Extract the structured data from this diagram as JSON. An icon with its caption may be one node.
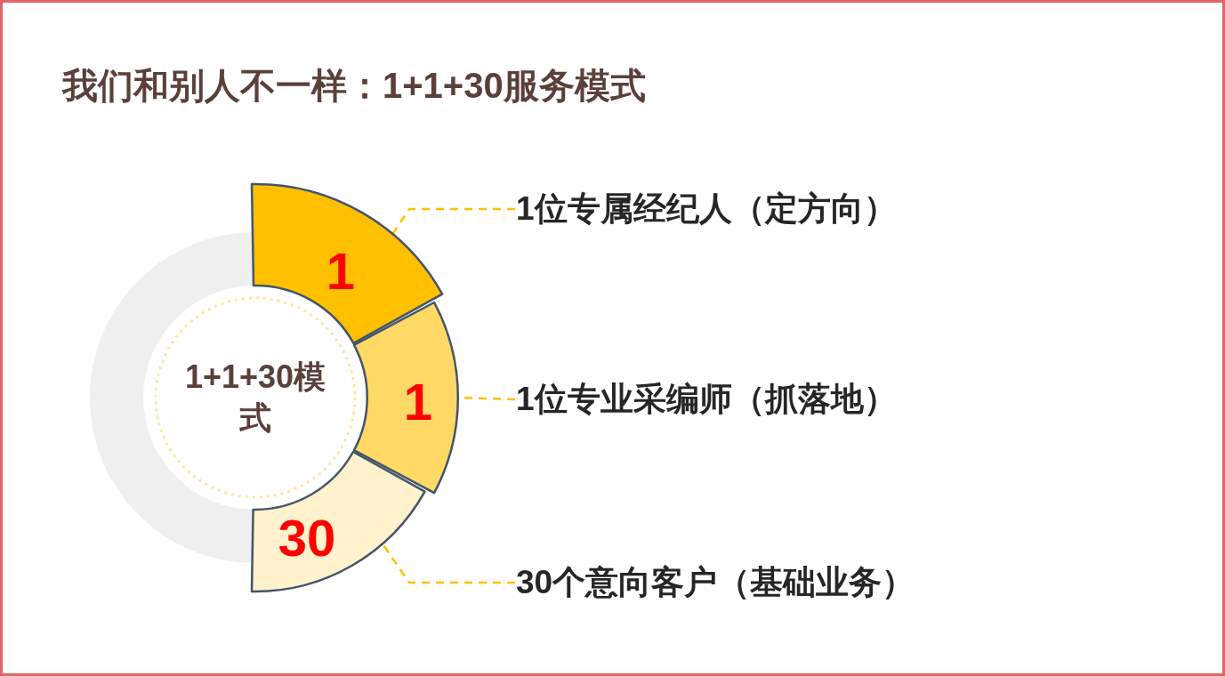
{
  "diagram": {
    "title": "我们和别人不一样：1+1+30服务模式",
    "nodes": [
      {
        "text": [
          "1+1+30模式"
        ]
      },
      {
        "text": [
          "1"
        ]
      },
      {
        "text": [
          "1"
        ]
      },
      {
        "text": [
          "30"
        ]
      },
      {
        "text": [
          "1位专属经纪人（定方向）"
        ]
      },
      {
        "text": [
          "1位专业采编师（抓落地）"
        ]
      },
      {
        "text": [
          "30个意向客户（基础业务）"
        ]
      }
    ],
    "edges": [
      {
        "from": 4,
        "to": 1,
        "arrow": "none",
        "style": "dashed"
      },
      {
        "from": 5,
        "to": 2,
        "arrow": "none",
        "style": "dashed"
      },
      {
        "from": 6,
        "to": 3,
        "arrow": "none",
        "style": "dashed"
      }
    ]
  }
}
